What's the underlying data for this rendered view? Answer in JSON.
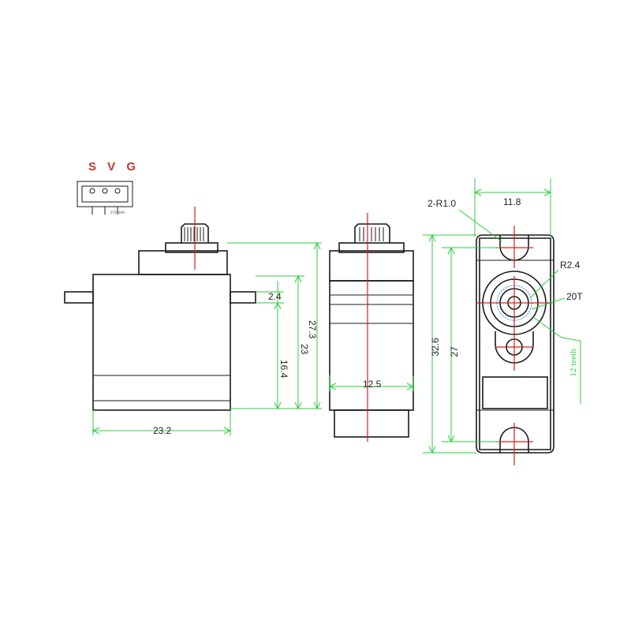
{
  "connector": {
    "title": "S V G",
    "note": "2.54mm"
  },
  "dimensions": {
    "width_side": "23.2",
    "flange_thickness": "2.4",
    "flange_to_bottom": "16.4",
    "body_height": "23",
    "total_height": "27.3",
    "depth": "12.5",
    "hole_radius": "2-R1.0",
    "top_width": "11.8",
    "total_length": "32.6",
    "hole_spacing": "27",
    "spline_radius": "R2.4",
    "spline_teeth": "20T",
    "teeth_note": "12 teeth"
  },
  "colors": {
    "outline": "#1a1a1a",
    "dimension": "#2ecc40",
    "centerline": "#d62020",
    "title": "#c0392b"
  }
}
